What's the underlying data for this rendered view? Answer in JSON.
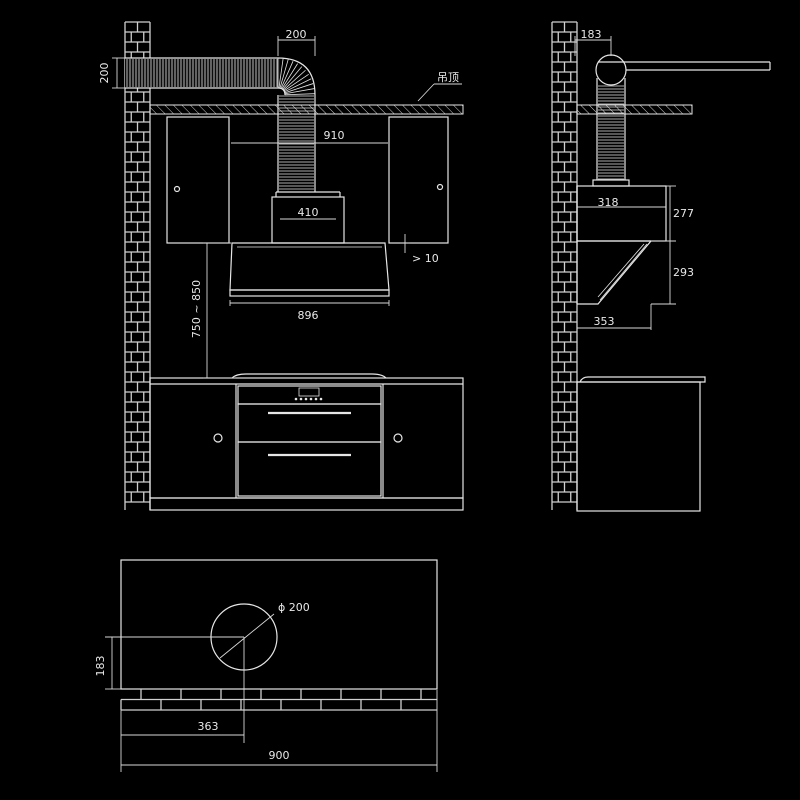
{
  "labels": {
    "front_duct_width": "200",
    "front_duct_height": "200",
    "ceiling": "吊顶",
    "cabinet_gap": "910",
    "hood_box_width": "410",
    "cabinet_clearance": "> 10",
    "hood_height_range": "750 ~ 850",
    "hood_width": "896",
    "side_duct_offset": "183",
    "side_depth": "318",
    "side_upper_height": "277",
    "side_lower_height": "293",
    "side_base_depth": "353",
    "plan_duct_diameter": "ϕ 200",
    "plan_duct_offset": "183",
    "plan_duct_distance": "363",
    "plan_total_width": "900"
  }
}
